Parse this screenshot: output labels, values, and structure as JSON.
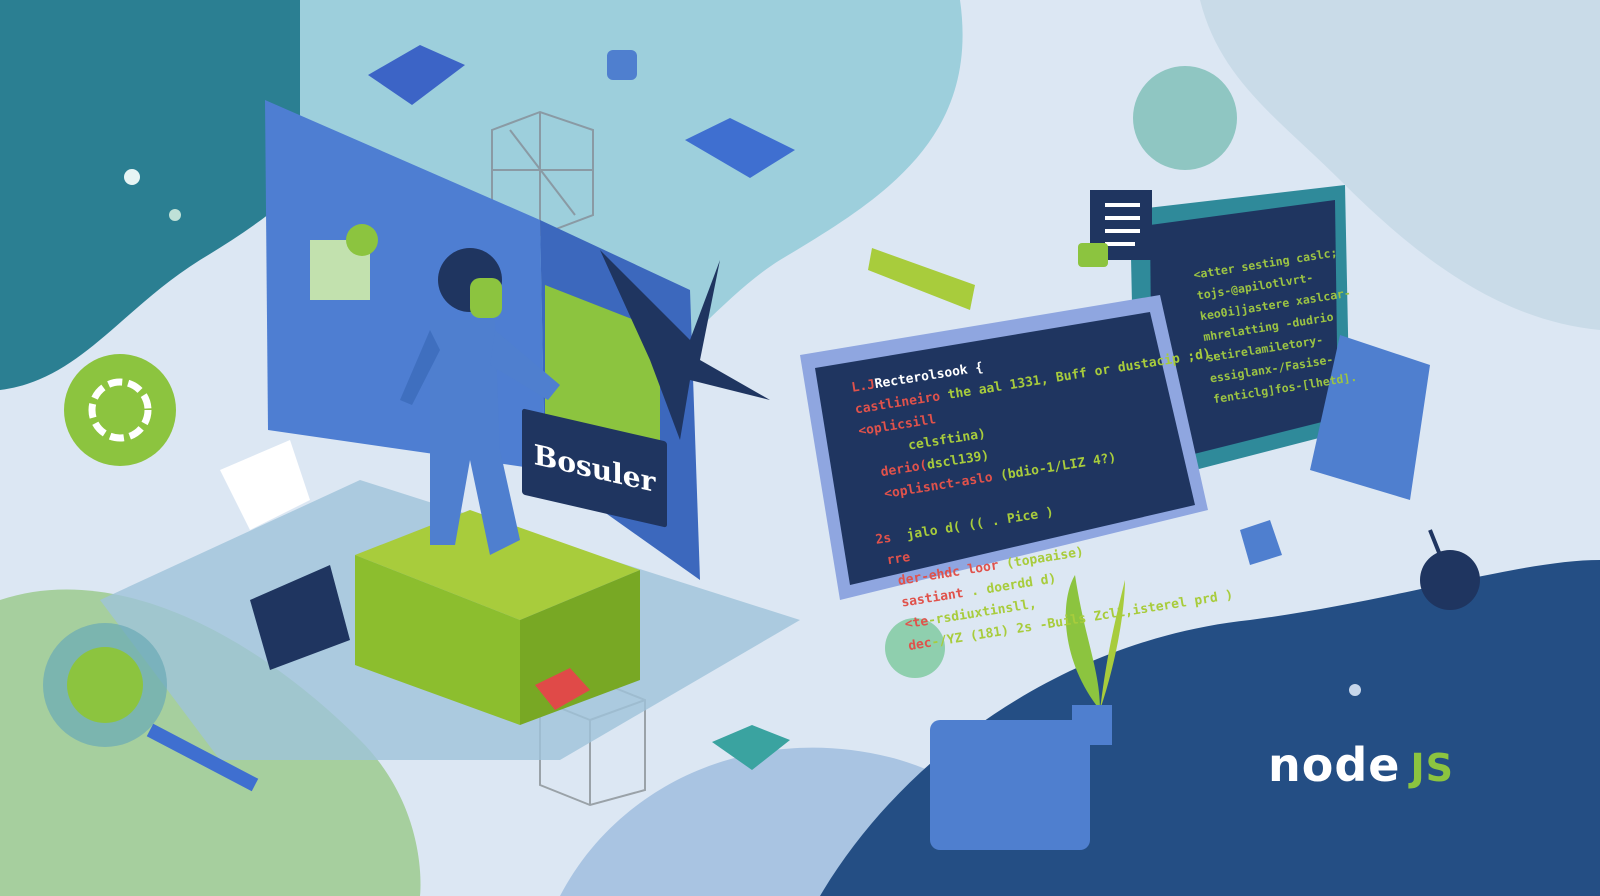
{
  "illustration": {
    "sign_label": "Bosuler",
    "logo": {
      "word": "node",
      "suffix": "JS"
    },
    "code_panel_left": {
      "lines": [
        {
          "prefix": "L.J",
          "text": "Recterolsook {"
        },
        {
          "prefix": "castlineiro",
          "text": " the aal 1331, Buff or dustacip ;d),"
        },
        {
          "prefix": "<oplicsill",
          "text": ""
        },
        {
          "prefix": "",
          "text": "      celsftina)"
        },
        {
          "prefix": "  derio(",
          "text": "dscl139)"
        },
        {
          "prefix": "  <oplisnct-aslo",
          "text": " (bdio-1/LIZ 4?)"
        },
        {
          "prefix": "",
          "text": ""
        },
        {
          "prefix": "2s",
          "text": "  jalo d( (( . Pice )"
        },
        {
          "prefix": " rre",
          "text": ""
        },
        {
          "prefix": "  der-ehdc loor",
          "text": " (topaaise)"
        },
        {
          "prefix": "  sastiant",
          "text": " . doerdd d)"
        },
        {
          "prefix": "  <te",
          "text": "-rsdiuxtinsll,"
        },
        {
          "prefix": "  dec",
          "text": "-/YZ (181) 2s -Buils Zcl1,isterel prd )"
        }
      ]
    },
    "code_panel_right": {
      "lines": [
        "<atter sesting caslc;",
        "tojs-@apilotlvrt-",
        "keo0i]jastere xaslcar-",
        "mhrelatting -dudrio",
        "setirelamiletory-",
        "essiglanx-/Fasise-",
        "fenticlg]fos-[lhetd]."
      ]
    },
    "colors": {
      "navy": "#1f3560",
      "blue": "#4f7fcf",
      "lime": "#8cc43f",
      "teal": "#2f8a9a",
      "code_red": "#e0524b",
      "code_green": "#a8cc3c"
    }
  }
}
